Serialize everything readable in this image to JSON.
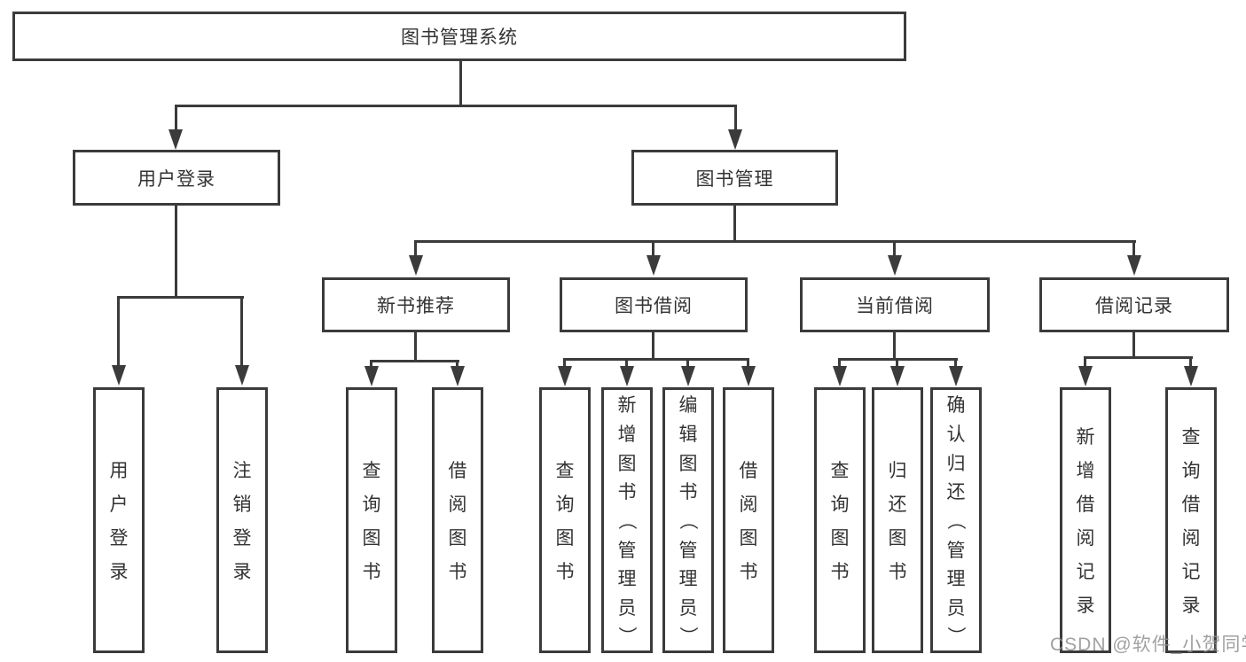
{
  "colors": {
    "line": "#3b3b3b",
    "box_border": "#3b3b3b",
    "text": "#333333",
    "background": "#ffffff",
    "watermark": "#919191"
  },
  "watermark": {
    "text": "CSDN @软件_小贺同学"
  },
  "tree": {
    "root": {
      "label": "图书管理系统"
    },
    "branches": [
      {
        "label": "用户登录",
        "children": [
          "用户登录",
          "注销登录"
        ]
      },
      {
        "label": "图书管理",
        "sections": [
          {
            "label": "新书推荐",
            "children": [
              "查询图书",
              "借阅图书"
            ]
          },
          {
            "label": "图书借阅",
            "children": [
              "查询图书",
              "新增图书（管理员）",
              "编辑图书（管理员）",
              "借阅图书"
            ]
          },
          {
            "label": "当前借阅",
            "children": [
              "查询图书",
              "归还图书",
              "确认归还（管理员）"
            ]
          },
          {
            "label": "借阅记录",
            "children": [
              "新增借阅记录",
              "查询借阅记录"
            ]
          }
        ]
      }
    ]
  }
}
